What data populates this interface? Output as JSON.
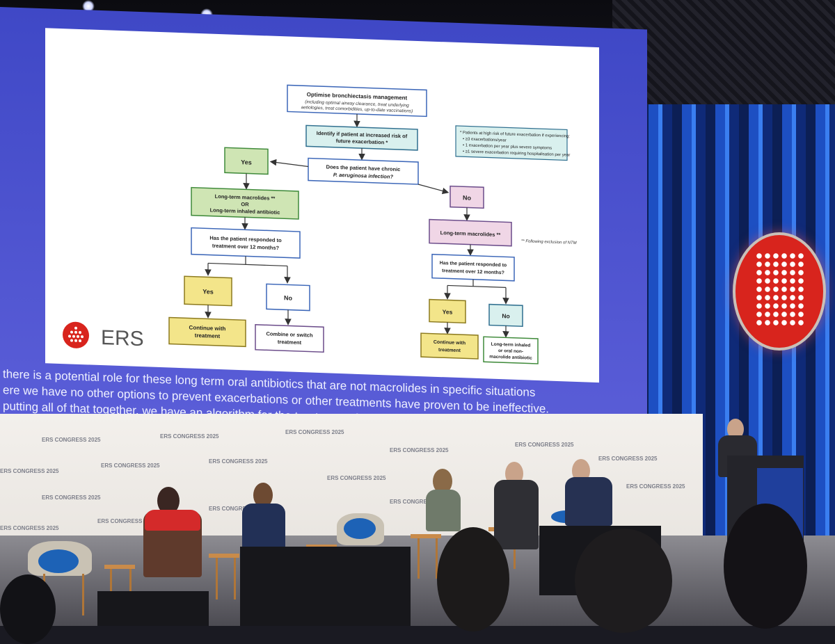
{
  "slide": {
    "boxes": {
      "optimise_title": "Optimise bronchiectasis management",
      "optimise_sub1": "(including optimal airway clearance, treat underlying",
      "optimise_sub2": "aetiologies, treat comorbidities, up-to-date vaccinations)",
      "identify1": "Identify if patient at increased risk of",
      "identify2": "future exacerbation *",
      "does1": "Does the patient have chronic",
      "does2": "P. aeruginosa infection?",
      "yes_top": "Yes",
      "no_top": "No",
      "left_treatment1": "Long-term macrolides **",
      "left_treatment2": "OR",
      "left_treatment3": "Long-term inhaled antibiotic",
      "left_question1": "Has the patient responded to",
      "left_question2": "treatment over 12 months?",
      "left_yes": "Yes",
      "left_no": "No",
      "left_continue1": "Continue with",
      "left_continue2": "treatment",
      "left_combine1": "Combine or switch",
      "left_combine2": "treatment",
      "right_treatment": "Long-term macrolides **",
      "right_question1": "Has the patient responded to",
      "right_question2": "treatment over 12 months?",
      "right_yes": "Yes",
      "right_no": "No",
      "right_continue1": "Continue with",
      "right_continue2": "treatment",
      "right_inhaled1": "Long-term inhaled",
      "right_inhaled2": "or oral non-",
      "right_inhaled3": "macrolide antibiotic"
    },
    "footnote_risk": {
      "line1": "* Patients at high risk of future exacerbation if experiencing:",
      "line2": "• ≥3 exacerbations/year",
      "line3": "• 1 exacerbation per year plus severe symptoms",
      "line4": "• ≥1 severe exacerbation requiring hospitalisation per year"
    },
    "footnote_ntm": "** Following exclusion of NTM",
    "logo_text": "ERS"
  },
  "captions": [
    "there is a potential role for these long term oral antibiotics that are not macrolides in specific situations",
    "ere we have no other options to prevent exacerbations or other treatments have proven to be ineffective.",
    "putting all of that together, we have an algorithm for the treatment of patients"
  ],
  "wall_label": "ERS CONGRESS 2025",
  "colors": {
    "yes_green_bg": "#cfe5b4",
    "yes_green_border": "#3f8a3a",
    "top_box_bg": "#d9f0ee",
    "top_box_border": "#2f6f8f",
    "yellow_bg": "#f3e58a",
    "yellow_border": "#8c7a1f",
    "pink_bg": "#f0d6e6",
    "purple_border": "#6b4c8a",
    "blue_border": "#3b66b8",
    "ers_red": "#d8241d",
    "projection_blue": "#4a52cf"
  }
}
